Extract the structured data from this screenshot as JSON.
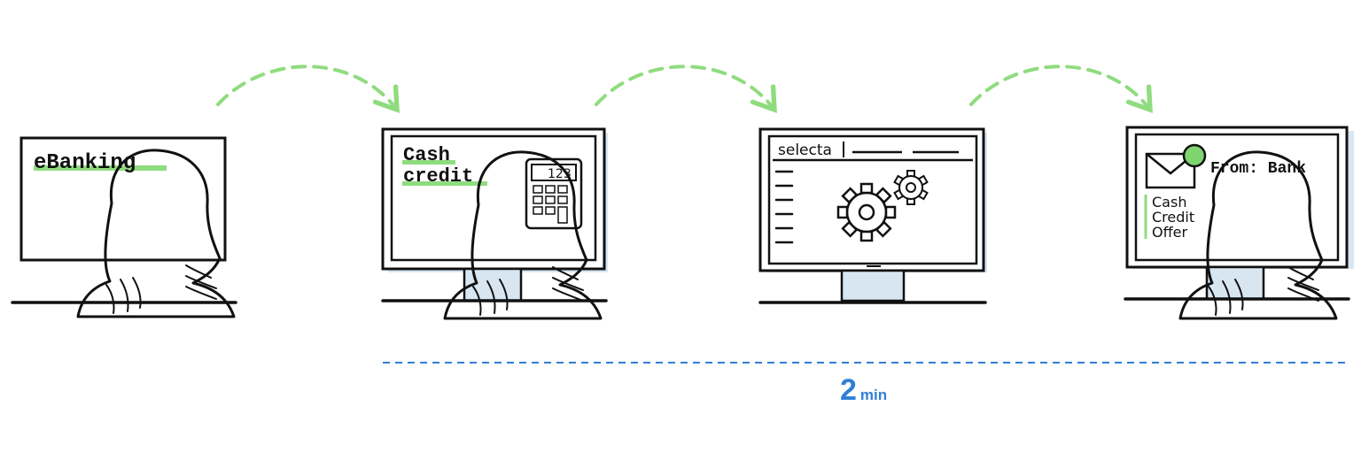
{
  "colors": {
    "arrow": "#8fdc7e",
    "highlight": "#8fdc7e",
    "timeline": "#2f7fd6",
    "screen_shadow": "#d8e6f2",
    "notification_dot": "#7ed56f"
  },
  "step1": {
    "screen_text": "eBanking"
  },
  "step2": {
    "line1": "Cash",
    "line2": "credit",
    "calculator_display": "123"
  },
  "step3": {
    "app_name": "selecta",
    "icon": "gears-icon"
  },
  "step4": {
    "from_label": "From: Bank",
    "lines": [
      "Cash",
      "Credit",
      "Offer"
    ],
    "icon": "envelope-icon"
  },
  "duration": {
    "value": "2",
    "unit": "min"
  }
}
